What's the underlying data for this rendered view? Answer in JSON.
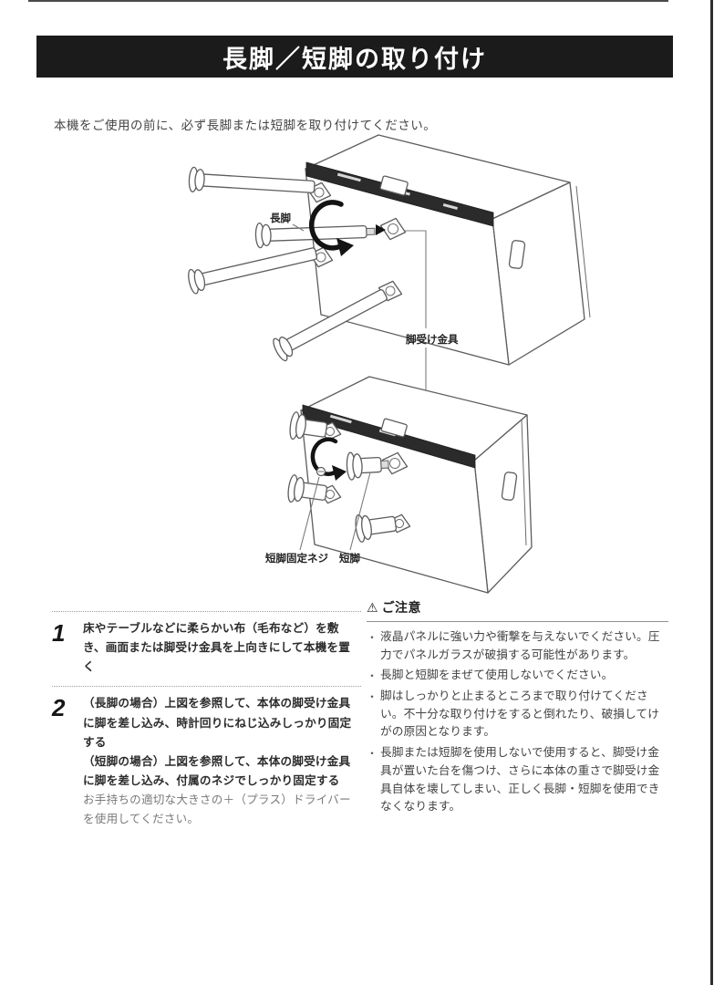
{
  "page": {
    "title": "長脚／短脚の取り付け",
    "intro": "本機をご使用の前に、必ず長脚または短脚を取り付けてください。"
  },
  "diagram": {
    "labels": {
      "long_leg": "長脚",
      "leg_bracket": "脚受け金具",
      "short_leg_screw": "短脚固定ネジ",
      "short_leg": "短脚"
    }
  },
  "steps": [
    {
      "number": "1",
      "text": "床やテーブルなどに柔らかい布（毛布など）を敷き、画面または脚受け金具を上向きにして本機を置く"
    },
    {
      "number": "2",
      "para1": "（長脚の場合）上図を参照して、本体の脚受け金具に脚を差し込み、時計回りにねじ込みしっかり固定する",
      "para2": "（短脚の場合）上図を参照して、本体の脚受け金具に脚を差し込み、付属のネジでしっかり固定する",
      "para3": "お手持ちの適切な大きさの＋（プラス）ドライバーを使用してください。"
    }
  ],
  "caution": {
    "icon": "⚠",
    "title": "ご注意",
    "bullet": "・",
    "items": [
      "液晶パネルに強い力や衝撃を与えないでください。圧力でパネルガラスが破損する可能性があります。",
      "長脚と短脚をまぜて使用しないでください。",
      "脚はしっかりと止まるところまで取り付けてください。不十分な取り付けをすると倒れたり、破損してけがの原因となります。",
      "長脚または短脚を使用しないで使用すると、脚受け金具が置いた台を傷つけ、さらに本体の重さで脚受け金具自体を壊してしまい、正しく長脚・短脚を使用できなくなります。"
    ]
  },
  "colors": {
    "header_bg": "#1b1b1b",
    "header_text": "#ffffff",
    "body_text": "#3d3d3d",
    "muted_text": "#7a7a7a",
    "line_art": "#5d5d5d"
  }
}
